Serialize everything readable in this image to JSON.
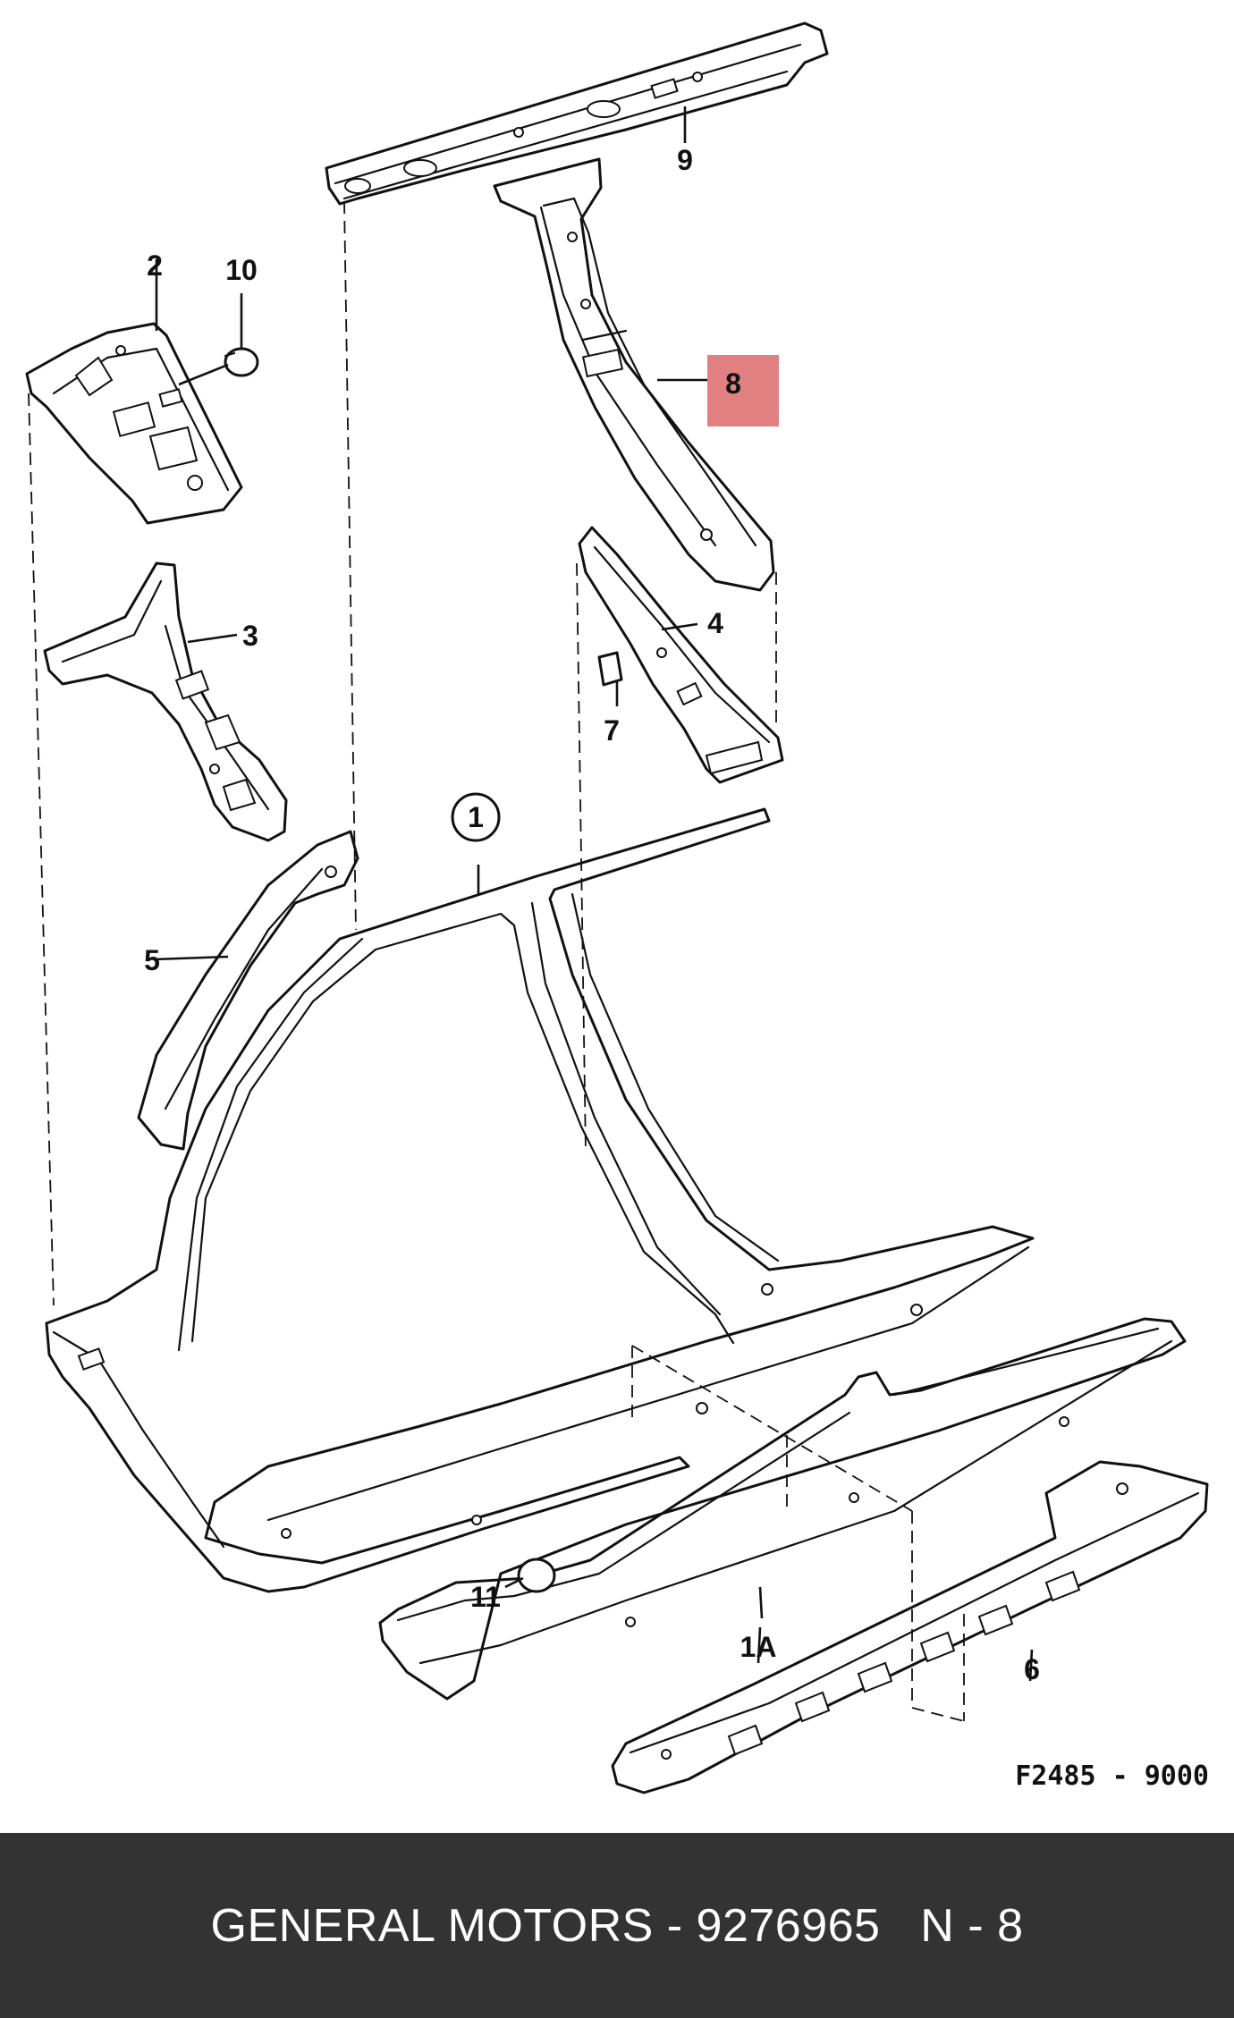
{
  "diagram": {
    "callouts": {
      "c1": "1",
      "c1a": "1A",
      "c2": "2",
      "c3": "3",
      "c4": "4",
      "c5": "5",
      "c6": "6",
      "c7": "7",
      "c8": "8",
      "c9": "9",
      "c10": "10",
      "c11": "11"
    },
    "highlight_color": "#e08080",
    "figure_code": "F2485 - 9000"
  },
  "footer": {
    "caption": "GENERAL MOTORS - 9276965   N - 8"
  }
}
